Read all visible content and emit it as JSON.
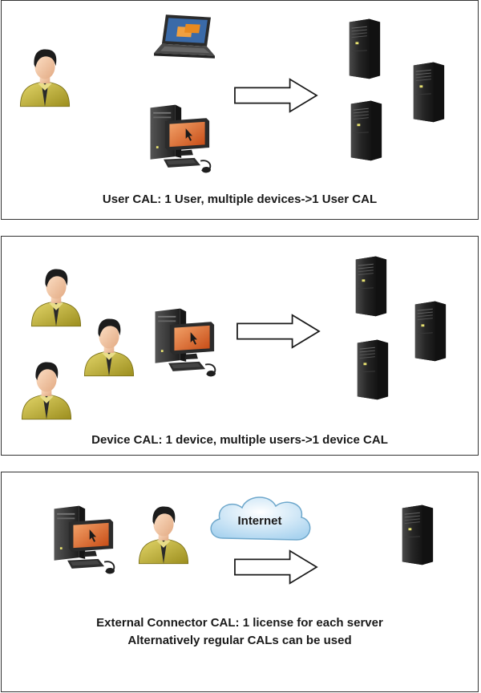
{
  "panels": [
    {
      "id": "user-cal",
      "caption": "User CAL: 1 User, multiple devices->1 User CAL",
      "icons": [
        "user-icon",
        "laptop-icon",
        "desktop-computer-icon",
        "right-arrow-icon",
        "server-icon",
        "server-icon",
        "server-icon"
      ]
    },
    {
      "id": "device-cal",
      "caption": "Device CAL:  1 device, multiple users->1 device CAL",
      "icons": [
        "user-icon",
        "user-icon",
        "user-icon",
        "desktop-computer-icon",
        "right-arrow-icon",
        "server-icon",
        "server-icon",
        "server-icon"
      ]
    },
    {
      "id": "external-connector-cal",
      "caption_lines": [
        "External Connector CAL: 1 license for each server",
        "Alternatively regular CALs can be used"
      ],
      "cloud_label": "Internet",
      "icons": [
        "desktop-computer-icon",
        "user-icon",
        "cloud-icon",
        "right-arrow-icon",
        "server-icon"
      ]
    }
  ],
  "colors": {
    "panel_border": "#333333",
    "user_shirt": "#c9b93a",
    "user_hair": "#1c1c1c",
    "user_skin": "#f3c9a6",
    "server_body": "#2a2a2a",
    "monitor_screen": "#e06a2a",
    "cloud_fill": "#cfe6f5"
  }
}
